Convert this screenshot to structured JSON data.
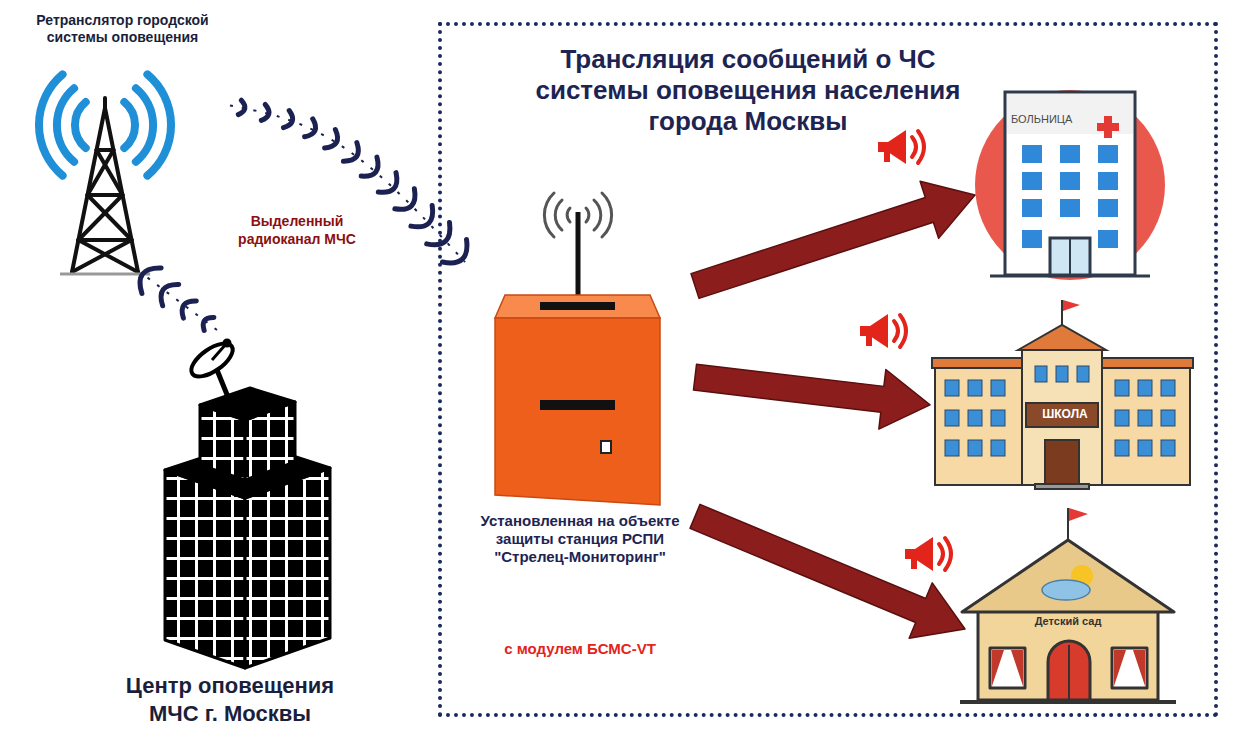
{
  "diagram": {
    "nodes": [
      {
        "text": [
          "Ретранслятор городской системы оповещения"
        ]
      },
      {
        "text": [
          "Трансляция сообщений о ЧС системы оповещения населения города Москвы"
        ]
      },
      {
        "text": [
          "Установленная на объекте защиты станция РСПИ \"Стрелец-Мониторинг\"",
          "с модулем БСМС-VT"
        ],
        "in": 1
      },
      {
        "text": [
          "БОЛЬНИЦА"
        ],
        "in": 1
      },
      {
        "text": [
          "ШКОЛА"
        ],
        "in": 1
      },
      {
        "text": [
          "Детский сад"
        ],
        "in": 1
      },
      {
        "text": [
          "Центр оповещения МЧС г. Москвы"
        ]
      }
    ],
    "edges": [
      {
        "from": 6,
        "to": 0,
        "label": "Выделенный радиоканал МЧС",
        "arrow": "none"
      },
      {
        "from": 0,
        "to": 2,
        "arrow": "none"
      },
      {
        "from": 2,
        "to": 3,
        "arrow": "to"
      },
      {
        "from": 2,
        "to": 4,
        "arrow": "to"
      },
      {
        "from": 2,
        "to": 5,
        "arrow": "to"
      }
    ]
  }
}
